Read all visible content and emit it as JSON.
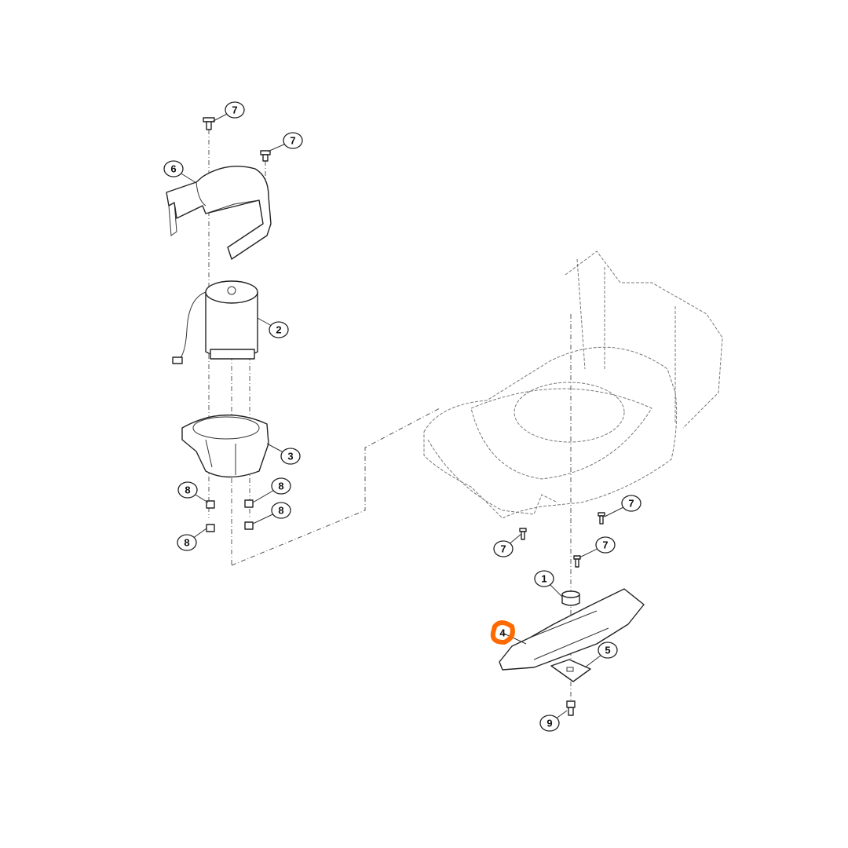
{
  "diagram": {
    "highlight_color": "#ff6a00",
    "highlighted_part": "4",
    "callouts": [
      {
        "label": "7",
        "part": "screw-top-left"
      },
      {
        "label": "7",
        "part": "screw-top-right"
      },
      {
        "label": "6",
        "part": "motor-cover"
      },
      {
        "label": "2",
        "part": "motor"
      },
      {
        "label": "3",
        "part": "motor-mount"
      },
      {
        "label": "8",
        "part": "screw-mount-1"
      },
      {
        "label": "8",
        "part": "screw-mount-2"
      },
      {
        "label": "8",
        "part": "screw-mount-3"
      },
      {
        "label": "8",
        "part": "screw-mount-4"
      },
      {
        "label": "7",
        "part": "screw-deck-right"
      },
      {
        "label": "7",
        "part": "screw-deck-left"
      },
      {
        "label": "7",
        "part": "screw-deck-center"
      },
      {
        "label": "1",
        "part": "blade-adapter"
      },
      {
        "label": "4",
        "part": "blade"
      },
      {
        "label": "5",
        "part": "blade-washer"
      },
      {
        "label": "9",
        "part": "blade-bolt"
      }
    ]
  }
}
